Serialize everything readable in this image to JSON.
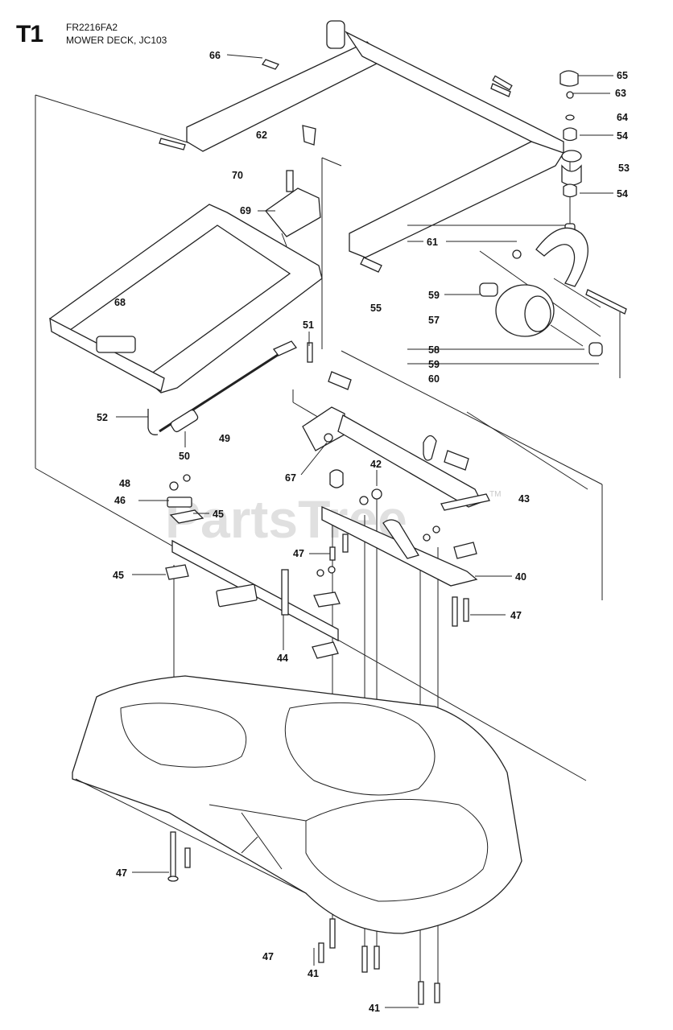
{
  "header": {
    "section_id": "T1",
    "model": "FR2216FA2",
    "title": "MOWER DECK, JC103"
  },
  "watermark": {
    "text": "PartsTree",
    "tm": "TM"
  },
  "callouts": [
    {
      "id": "c66",
      "label": "66"
    },
    {
      "id": "c65",
      "label": "65"
    },
    {
      "id": "c63",
      "label": "63"
    },
    {
      "id": "c64",
      "label": "64"
    },
    {
      "id": "c54a",
      "label": "54"
    },
    {
      "id": "c53",
      "label": "53"
    },
    {
      "id": "c54b",
      "label": "54"
    },
    {
      "id": "c62",
      "label": "62"
    },
    {
      "id": "c70",
      "label": "70"
    },
    {
      "id": "c69",
      "label": "69"
    },
    {
      "id": "c61",
      "label": "61"
    },
    {
      "id": "c68",
      "label": "68"
    },
    {
      "id": "c59a",
      "label": "59"
    },
    {
      "id": "c55",
      "label": "55"
    },
    {
      "id": "c57",
      "label": "57"
    },
    {
      "id": "c51",
      "label": "51"
    },
    {
      "id": "c58",
      "label": "58"
    },
    {
      "id": "c59b",
      "label": "59"
    },
    {
      "id": "c60",
      "label": "60"
    },
    {
      "id": "c52",
      "label": "52"
    },
    {
      "id": "c49",
      "label": "49"
    },
    {
      "id": "c50",
      "label": "50"
    },
    {
      "id": "c67",
      "label": "67"
    },
    {
      "id": "c42",
      "label": "42"
    },
    {
      "id": "c48",
      "label": "48"
    },
    {
      "id": "c46",
      "label": "46"
    },
    {
      "id": "c45a",
      "label": "45"
    },
    {
      "id": "c43",
      "label": "43"
    },
    {
      "id": "c47a",
      "label": "47"
    },
    {
      "id": "c45b",
      "label": "45"
    },
    {
      "id": "c40",
      "label": "40"
    },
    {
      "id": "c47b",
      "label": "47"
    },
    {
      "id": "c44",
      "label": "44"
    },
    {
      "id": "c47c",
      "label": "47"
    },
    {
      "id": "c47d",
      "label": "47"
    },
    {
      "id": "c41a",
      "label": "41"
    },
    {
      "id": "c41b",
      "label": "41"
    }
  ]
}
